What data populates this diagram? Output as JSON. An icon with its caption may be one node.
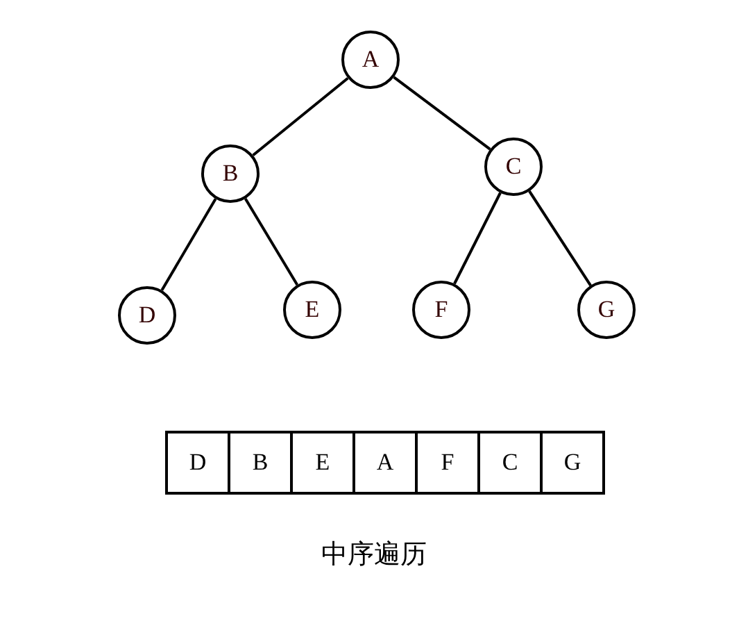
{
  "diagram": {
    "caption": "中序遍历",
    "nodes": [
      {
        "text": [
          "A"
        ]
      },
      {
        "text": [
          "B"
        ]
      },
      {
        "text": [
          "C"
        ]
      },
      {
        "text": [
          "D"
        ]
      },
      {
        "text": [
          "E"
        ]
      },
      {
        "text": [
          "F"
        ]
      },
      {
        "text": [
          "G"
        ]
      }
    ],
    "edges": [
      {
        "from": 0,
        "to": 1,
        "arrow": "none"
      },
      {
        "from": 0,
        "to": 2,
        "arrow": "none"
      },
      {
        "from": 1,
        "to": 3,
        "arrow": "none"
      },
      {
        "from": 1,
        "to": 4,
        "arrow": "none"
      },
      {
        "from": 2,
        "to": 5,
        "arrow": "none"
      },
      {
        "from": 2,
        "to": 6,
        "arrow": "none"
      }
    ],
    "labels": [
      "D",
      "B",
      "E",
      "A",
      "F",
      "C",
      "G"
    ]
  }
}
